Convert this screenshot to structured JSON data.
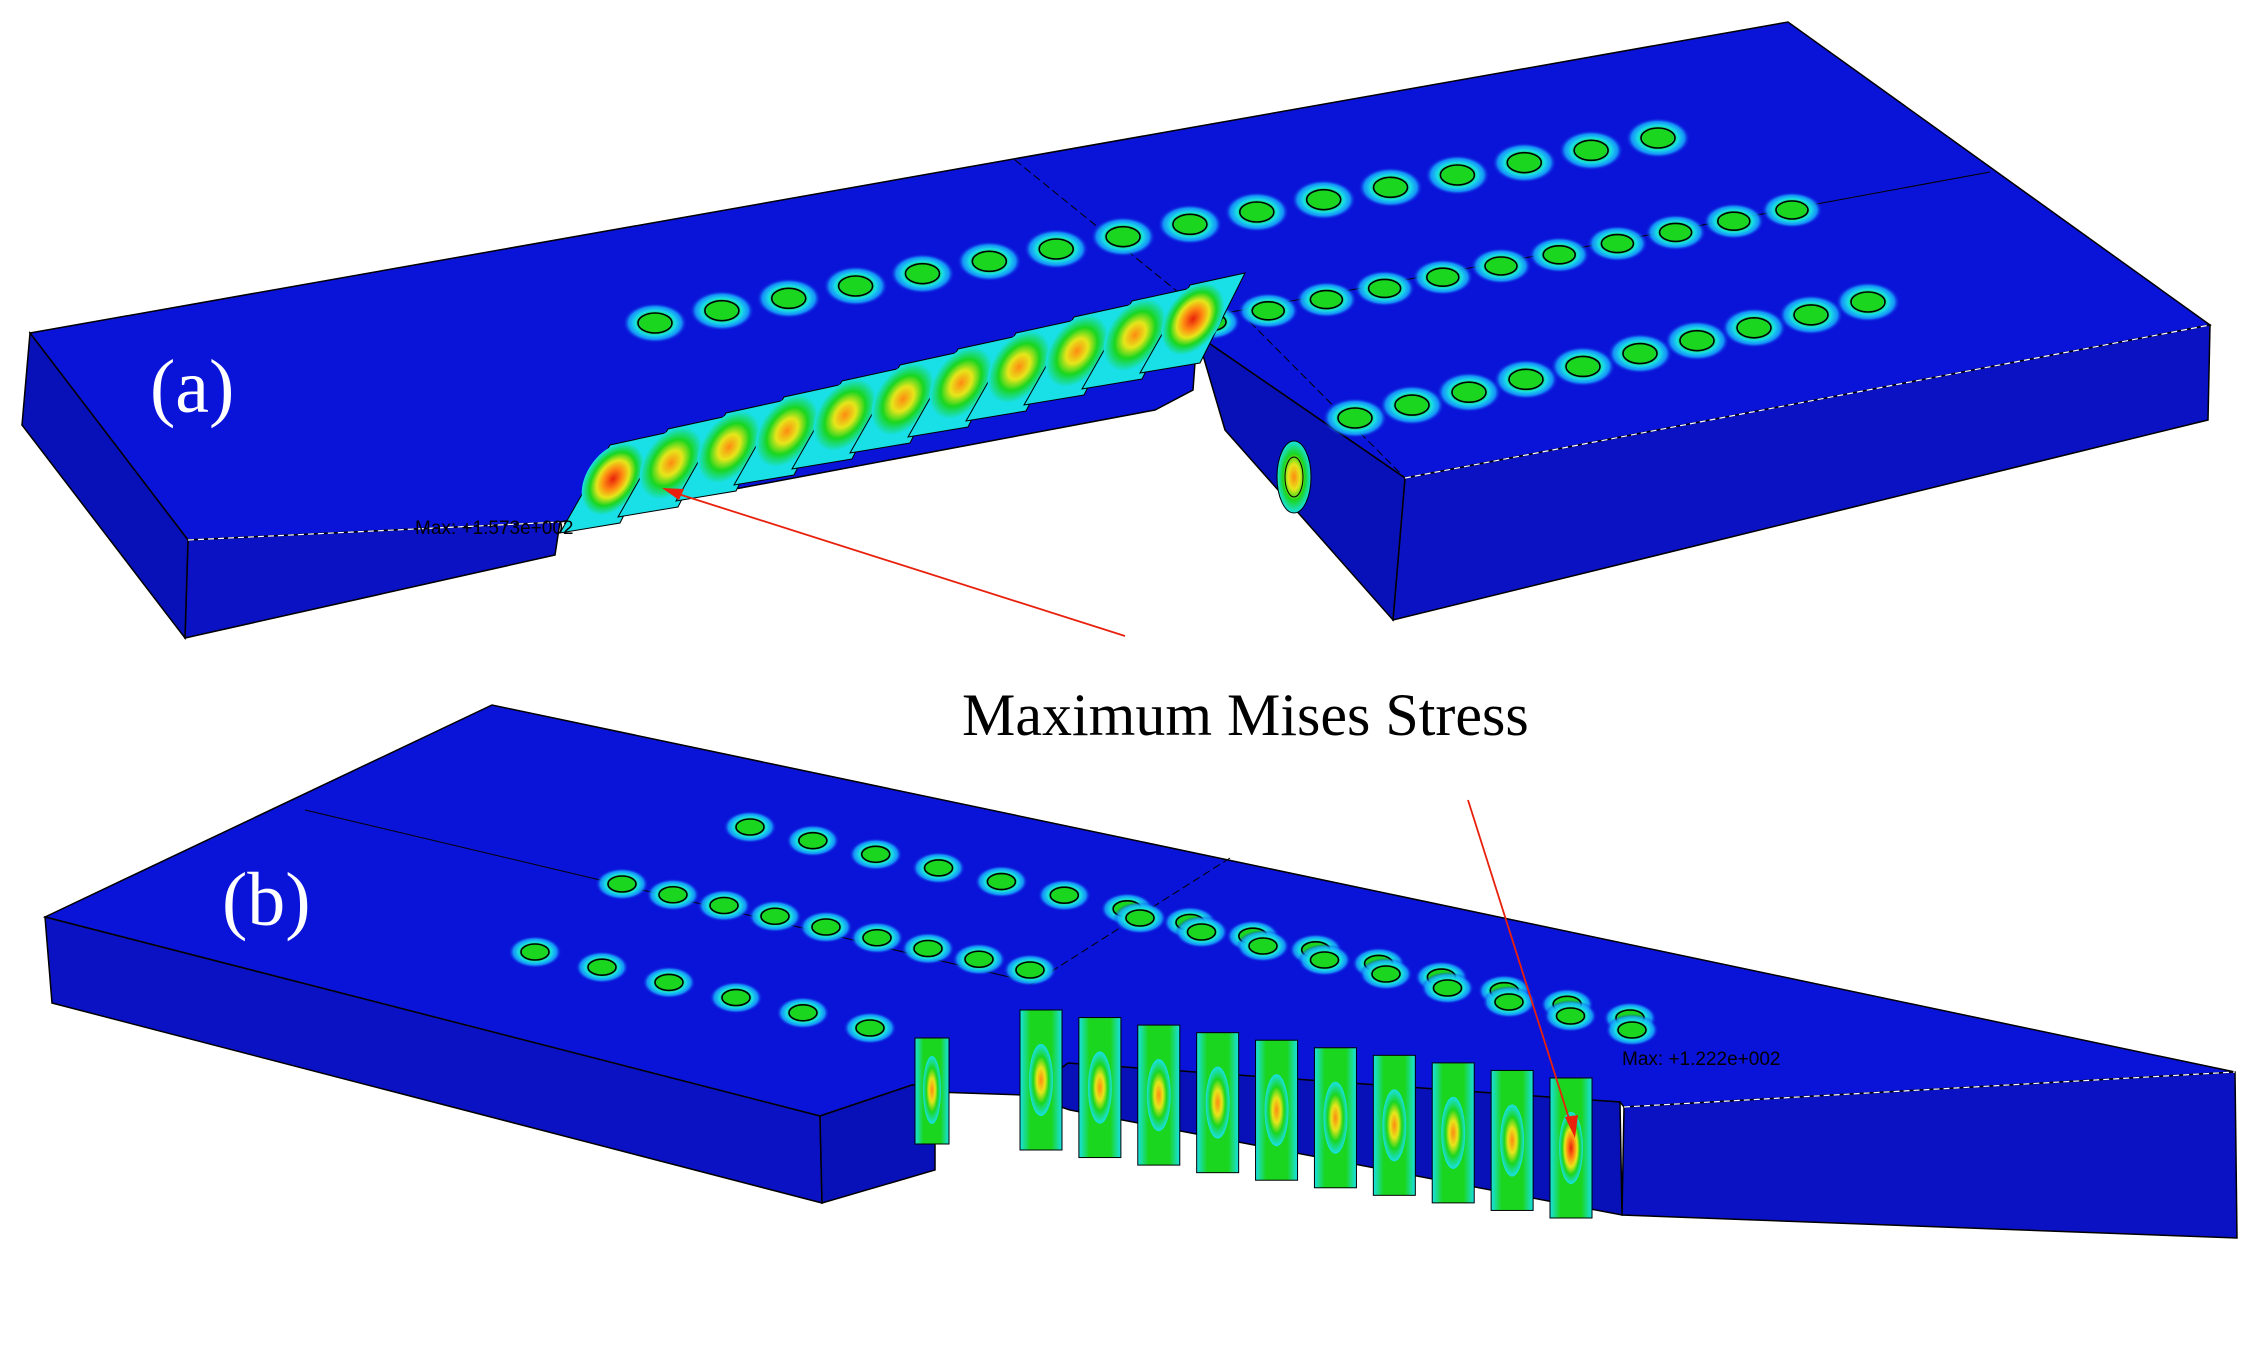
{
  "panels": [
    {
      "label": "(a)",
      "max_label": "Max: +1.573e+002"
    },
    {
      "label": "(b)",
      "max_label": "Max: +1.222e+002"
    }
  ],
  "annotation": {
    "text": "Maximum Mises Stress"
  },
  "colors": {
    "base": "#0a14d8",
    "base_side": "#0810b8",
    "base_front": "#0a12c4",
    "light_blue": "#17a8ff",
    "cyan": "#19e0e6",
    "green": "#1ad61f",
    "yellow": "#e6e61a",
    "orange": "#ff8a12",
    "red": "#e8200c",
    "arrow": "#e8200c",
    "edge": "#000000"
  }
}
